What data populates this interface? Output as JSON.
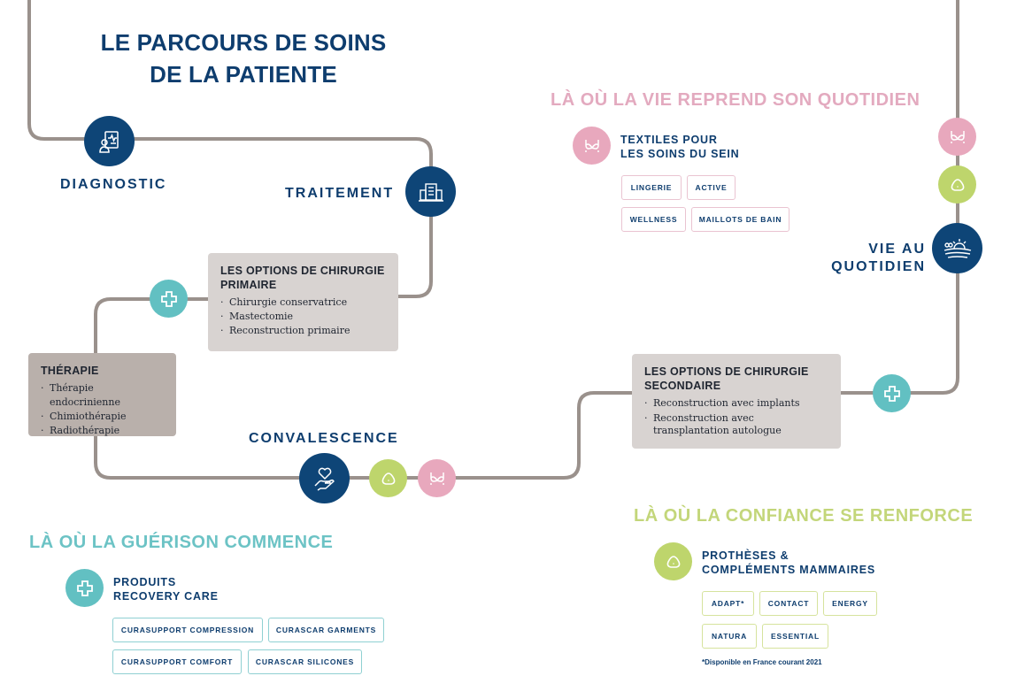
{
  "title": {
    "line1": "LE PARCOURS DE SOINS",
    "line2": "DE LA PATIENTE"
  },
  "colors": {
    "navy": "#0e4577",
    "teal": "#62c0c2",
    "green": "#bed56c",
    "pink": "#e8a8bd",
    "path": "#9a918c",
    "box_light": "#d8d3d1",
    "box_dark": "#b9b0ab"
  },
  "stages": {
    "diagnostic": {
      "label": "DIAGNOSTIC",
      "icon": "medical-report-icon"
    },
    "traitement": {
      "label": "TRAITEMENT",
      "icon": "hospital-icon"
    },
    "convalescence": {
      "label": "CONVALESCENCE",
      "icon": "heart-in-hand-icon"
    },
    "vie_au_quotidien": {
      "label_line1": "VIE AU",
      "label_line2": "QUOTIDIEN",
      "icon": "sunrise-landscape-icon"
    }
  },
  "boxes": {
    "chirurgie_primaire": {
      "title_line1": "LES OPTIONS DE CHIRURGIE",
      "title_line2": "PRIMAIRE",
      "items": [
        "Chirurgie conservatrice",
        "Mastectomie",
        "Reconstruction primaire"
      ]
    },
    "therapie": {
      "title": "THÉRAPIE",
      "items": [
        "Thérapie endocrinienne",
        "Chimiothérapie",
        "Radiothérapie"
      ]
    },
    "chirurgie_secondaire": {
      "title_line1": "LES OPTIONS DE CHIRURGIE",
      "title_line2": "SECONDAIRE",
      "items": [
        "Reconstruction avec implants",
        "Reconstruction avec transplantation autologue"
      ]
    }
  },
  "sections": {
    "vie": {
      "title": "LÀ OÙ LA VIE REPREND SON QUOTIDIEN",
      "category_line1": "TEXTILES POUR",
      "category_line2": "LES SOINS DU SEIN",
      "icon": "bra-icon",
      "chips": [
        "LINGERIE",
        "ACTIVE",
        "WELLNESS",
        "MAILLOTS DE BAIN"
      ]
    },
    "guerison": {
      "title": "LÀ OÙ LA GUÉRISON COMMENCE",
      "category_line1": "PRODUITS",
      "category_line2": "RECOVERY CARE",
      "icon": "medical-cross-icon",
      "chips": [
        "CURASUPPORT COMPRESSION",
        "CURASCAR GARMENTS",
        "CURASUPPORT COMFORT",
        "CURASCAR SILICONES"
      ]
    },
    "confiance": {
      "title": "LÀ OÙ LA CONFIANCE SE RENFORCE",
      "category_line1": "PROTHÈSES &",
      "category_line2": "COMPLÉMENTS MAMMAIRES",
      "icon": "breast-prosthesis-icon",
      "chips": [
        "ADAPT*",
        "CONTACT",
        "ENERGY",
        "NATURA",
        "ESSENTIAL"
      ],
      "footnote": "*Disponible en France courant 2021"
    }
  }
}
